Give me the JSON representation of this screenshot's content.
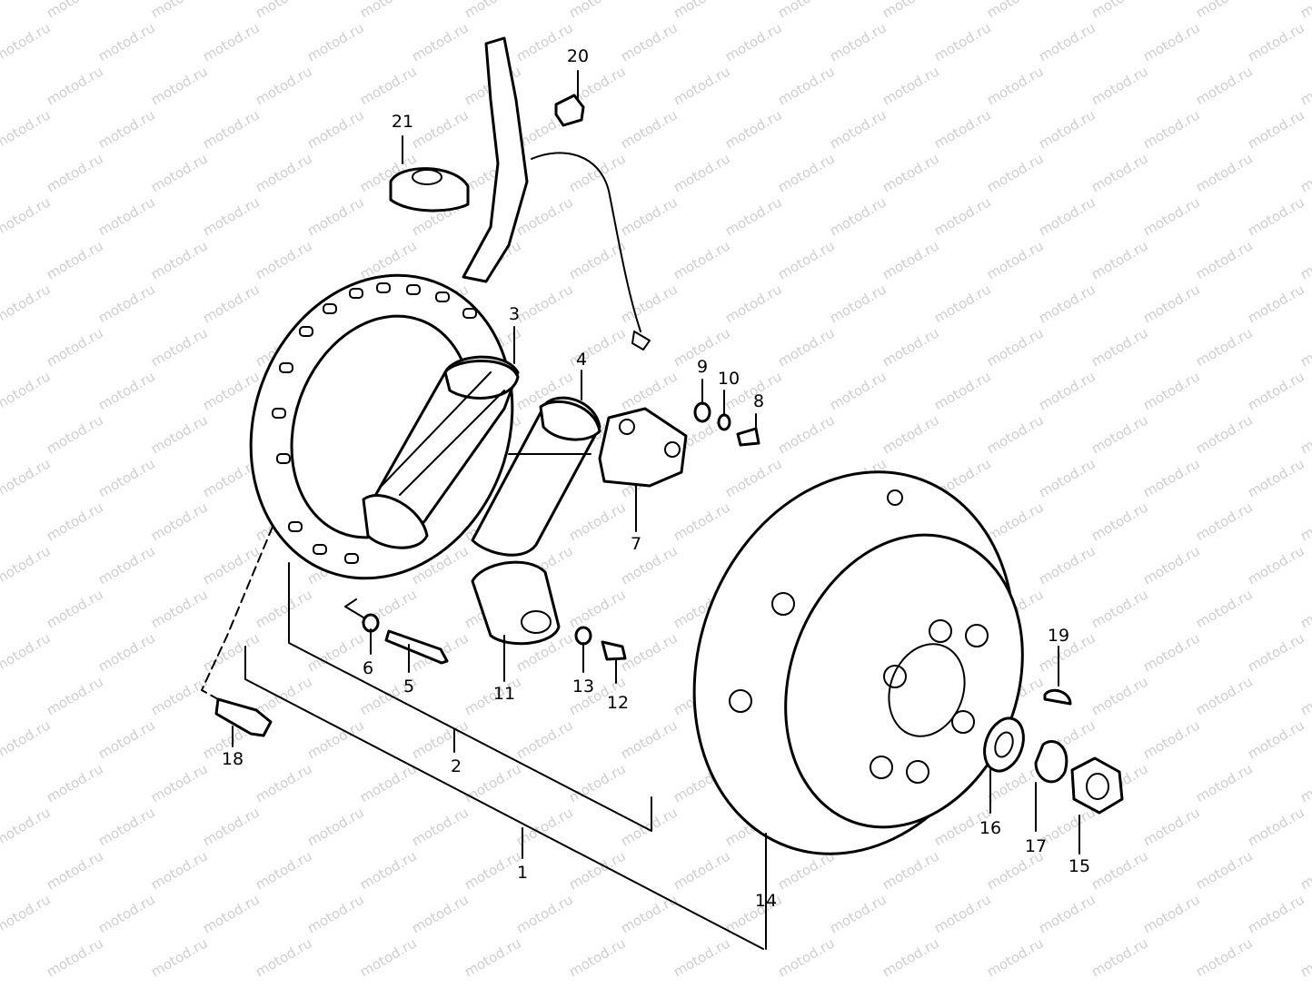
{
  "watermark": {
    "text": "motod.ru",
    "color": "#cfcfcf"
  },
  "line_color": "#000000",
  "background": "#ffffff",
  "callouts": [
    "1",
    "2",
    "3",
    "4",
    "5",
    "6",
    "7",
    "8",
    "9",
    "10",
    "11",
    "12",
    "13",
    "14",
    "15",
    "16",
    "17",
    "18",
    "19",
    "20",
    "21"
  ]
}
